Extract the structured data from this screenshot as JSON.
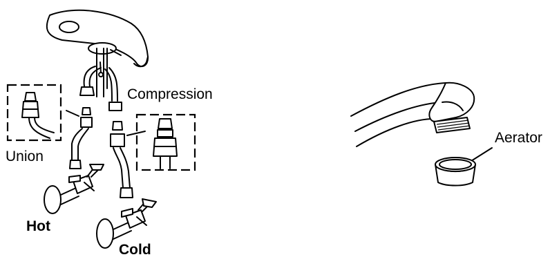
{
  "labels": {
    "compression": "Compression",
    "union": "Union",
    "hot": "Hot",
    "cold": "Cold",
    "aerator": "Aerator"
  },
  "colors": {
    "line": "#000000",
    "background": "#ffffff"
  }
}
